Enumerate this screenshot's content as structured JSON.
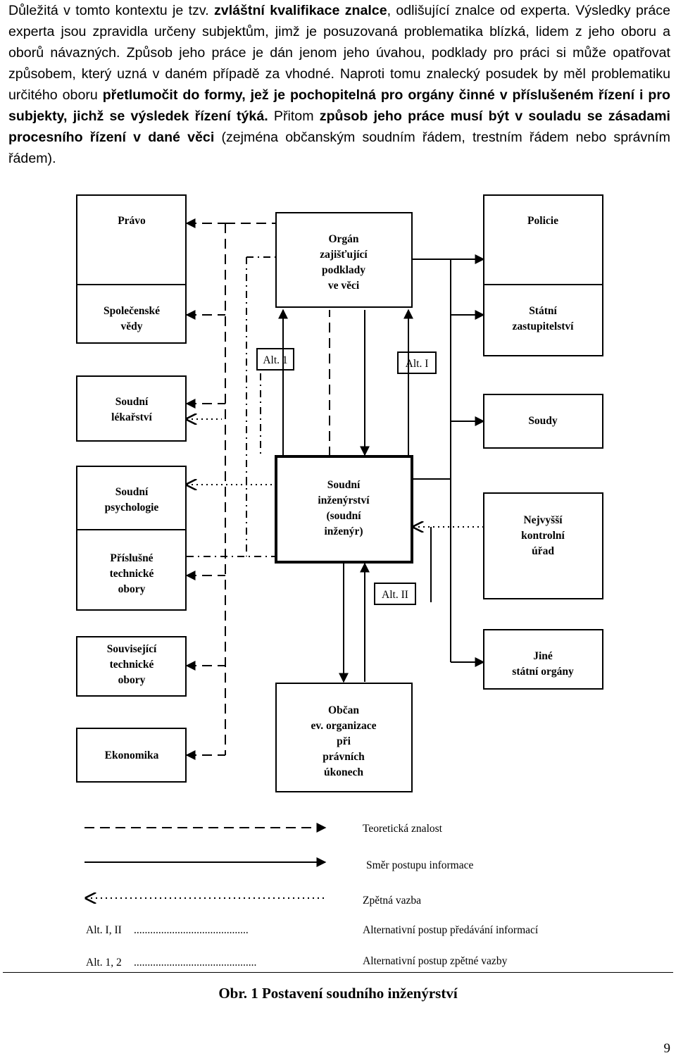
{
  "paragraph": {
    "p1": "Důležitá v tomto kontextu je tzv. ",
    "b1": "zvláštní kvalifikace znalce",
    "p2": ", odlišující znalce od experta. Výsledky práce experta jsou zpravidla určeny subjektům, jimž je posuzovaná problematika blízká, lidem z jeho oboru a oborů návazných. Způsob jeho práce je dán jenom jeho úvahou, podklady pro práci si může opatřovat způsobem, který uzná v daném případě za vhodné. Naproti tomu znalecký posudek by měl problematiku určitého oboru ",
    "b2": "přetlumočit do formy, jež je pochopitelná pro orgány činné v příslušeném řízení i pro subjekty, jichž se výsledek řízení týká.",
    "p3": " Přitom ",
    "b3": "způsob jeho práce musí být v souladu se zásadami procesního řízení v dané věci",
    "p4": " (zejména  občanským soudním řádem, trestním řádem nebo správním řádem)."
  },
  "diagram": {
    "left_boxes": {
      "pravo": "Právo",
      "spolecenske_1": "Společenské",
      "spolecenske_2": "vědy",
      "lekarstvi_1": "Soudní",
      "lekarstvi_2": "lékařství",
      "psychologie_1": "Soudní",
      "psychologie_2": "psychologie",
      "prislusne_1": "Příslušné",
      "prislusne_2": "technické",
      "prislusne_3": "obory",
      "souvisejici_1": "Související",
      "souvisejici_2": "technické",
      "souvisejici_3": "obory",
      "ekonomika": "Ekonomika"
    },
    "center_boxes": {
      "organ_1": "Orgán",
      "organ_2": "zajišťující",
      "organ_3": "podklady",
      "organ_4": "ve věci",
      "ing_1": "Soudní",
      "ing_2": "inženýrství",
      "ing_3": "(soudní",
      "ing_4": "inženýr)",
      "obcan_1": "Občan",
      "obcan_2": "ev. organizace",
      "obcan_3": "při",
      "obcan_4": "právních",
      "obcan_5": "úkonech"
    },
    "right_boxes": {
      "policie": "Policie",
      "statni_1": "Státní",
      "statni_2": "zastupitelství",
      "soudy": "Soudy",
      "nku_1": "Nejvyšší",
      "nku_2": "kontrolní",
      "nku_3": "úřad",
      "jine_1": "Jiné",
      "jine_2": "státní orgány"
    },
    "alt_labels": {
      "alt1": "Alt. 1",
      "altI": "Alt. I",
      "altII": "Alt. II"
    }
  },
  "legend": {
    "teoreticka": "Teoretická znalost",
    "smer": "Směr postupu informace",
    "zpetna": "Zpětná vazba",
    "alt_I_II_key": "Alt. I, II",
    "alt_I_II_dots": "..........................................",
    "alt_I_II_desc": "Alternativní postup předávání informací",
    "alt_1_2_key": "Alt. 1, 2",
    "alt_1_2_dots": ".............................................",
    "alt_1_2_desc": "Alternativní postup zpětné vazby"
  },
  "caption": "Obr. 1   Postavení  soudního  inženýrství",
  "page_number": "9"
}
